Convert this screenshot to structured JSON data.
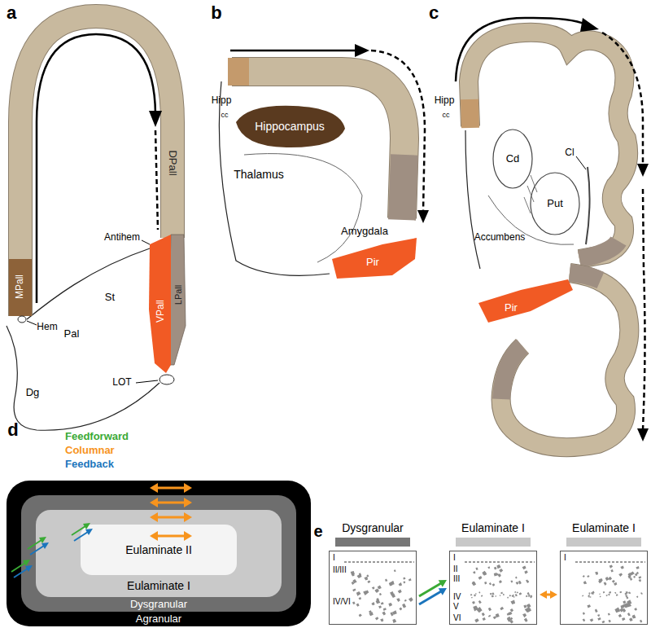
{
  "diagram": {
    "nodes": [
      {
        "text": [
          "Agranular"
        ]
      },
      {
        "text": [
          "Dysgranular"
        ],
        "in": 0
      },
      {
        "text": [
          "Eulaminate I"
        ],
        "in": 1
      },
      {
        "text": [
          "Eulaminate II"
        ],
        "in": 2
      },
      {
        "text": [
          "Dysgranular",
          "I",
          "II/III",
          "IV/VI"
        ]
      },
      {
        "text": [
          "Eulaminate I",
          "I",
          "II",
          "III",
          "IV",
          "V",
          "VI"
        ]
      },
      {
        "text": [
          "Eulaminate I",
          "I"
        ]
      }
    ],
    "edges": [
      {
        "from": 4,
        "to": 5,
        "arrow": "to"
      },
      {
        "from": 4,
        "to": 5,
        "arrow": "to"
      },
      {
        "from": 5,
        "to": 6,
        "arrow": "both"
      }
    ],
    "labels": [
      "a",
      "MPall",
      "Hem",
      "DPall",
      "Antihem",
      "St",
      "Pal",
      "Dg",
      "LPall",
      "VPall",
      "LOT",
      "b",
      "Hipp",
      "cc",
      "Hippocampus",
      "Thalamus",
      "Amygdala",
      "Pir",
      "c",
      "Hipp",
      "cc",
      "Cd",
      "Cl",
      "Put",
      "Accumbens",
      "Pir",
      "d",
      "e"
    ],
    "legend": [
      {
        "text": "Feedforward",
        "color": "#3aaa35"
      },
      {
        "text": "Columnar",
        "color": "#f7941d"
      },
      {
        "text": "Feedback",
        "color": "#1b75bc"
      }
    ]
  }
}
